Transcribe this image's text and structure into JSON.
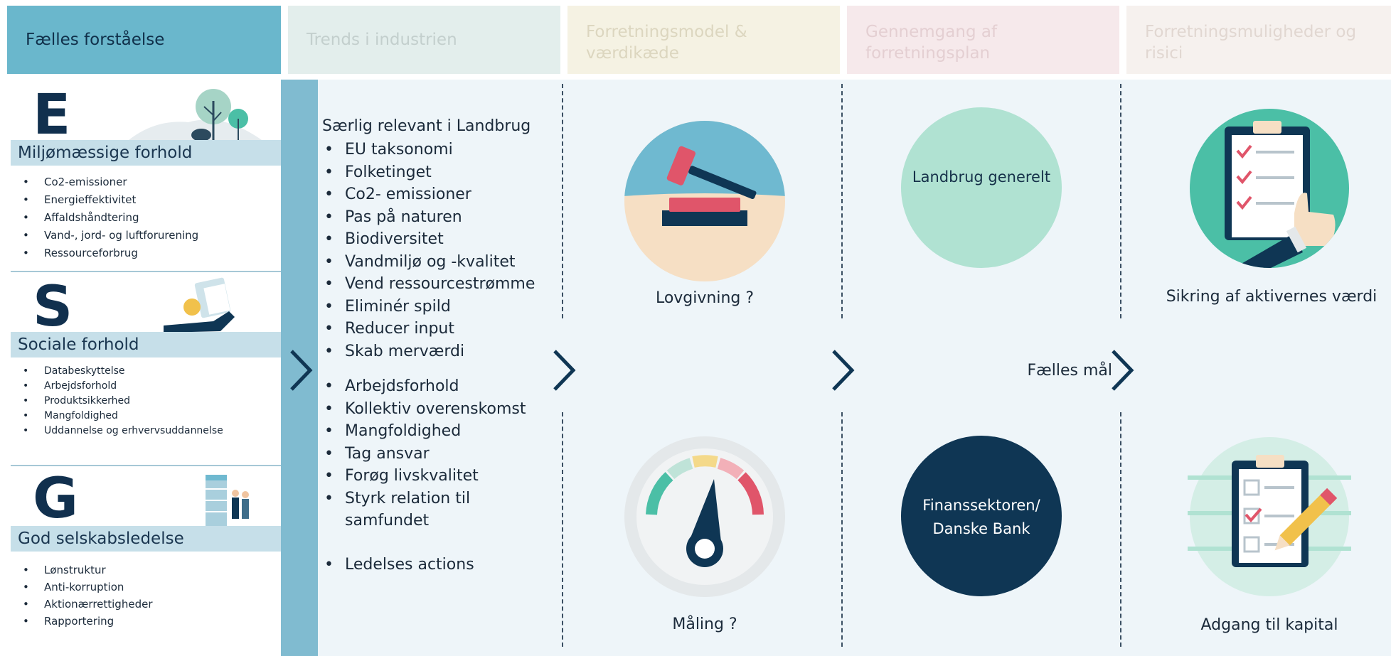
{
  "tabs": [
    {
      "label": "Fælles forståelse"
    },
    {
      "label": "Trends i industrien"
    },
    {
      "label": "Forretningsmodel & værdikæde"
    },
    {
      "label": "Gennemgang af forretningsplan"
    },
    {
      "label": "Forretningsmuligheder og risici"
    }
  ],
  "esg": {
    "e": {
      "letter": "E",
      "heading": "Miljømæssige forhold",
      "items": [
        "Co2-emissioner",
        "Energieffektivitet",
        "Affaldshåndtering",
        "Vand-, jord- og luftforurening",
        "Ressourceforbrug"
      ]
    },
    "s": {
      "letter": "S",
      "heading": "Sociale forhold",
      "items": [
        "Databeskyttelse",
        "Arbejdsforhold",
        "Produktsikkerhed",
        "Mangfoldighed",
        "Uddannelse og erhvervsuddannelse"
      ]
    },
    "g": {
      "letter": "G",
      "heading": "God selskabsledelse",
      "items": [
        "Lønstruktur",
        "Anti-korruption",
        "Aktionærrettigheder",
        "Rapportering"
      ]
    }
  },
  "trends": {
    "title": "Særlig relevant i Landbrug",
    "env_items": [
      "EU taksonomi",
      "Folketinget",
      "Co2- emissioner",
      "Pas på naturen",
      "Biodiversitet",
      "Vandmiljø og -kvalitet",
      "Vend ressourcestrømme",
      "Eliminér spild",
      "Reducer input",
      "Skab merværdi"
    ],
    "social_items": [
      "Arbejdsforhold",
      "Kollektiv overenskomst",
      "Mangfoldighed",
      "Tag ansvar",
      "Forøg livskvalitet",
      "Styrk relation til samfundet"
    ],
    "gov_items": [
      "Ledelses actions"
    ]
  },
  "model": {
    "lovgivning": "Lovgivning ?",
    "maaling": "Måling ?"
  },
  "plan": {
    "landbrug": "Landbrug generelt",
    "finans": "Finanssektoren/ Danske Bank",
    "faelles": "Fælles mål"
  },
  "opportunities": {
    "sikring": "Sikring af aktivernes værdi",
    "adgang": "Adgang til kapital"
  },
  "colors": {
    "tab_active": "#6ab7cc",
    "navy": "#0f3654",
    "teal": "#4bbfa6",
    "red": "#e0556a",
    "light_blue": "#6fb9d0"
  }
}
